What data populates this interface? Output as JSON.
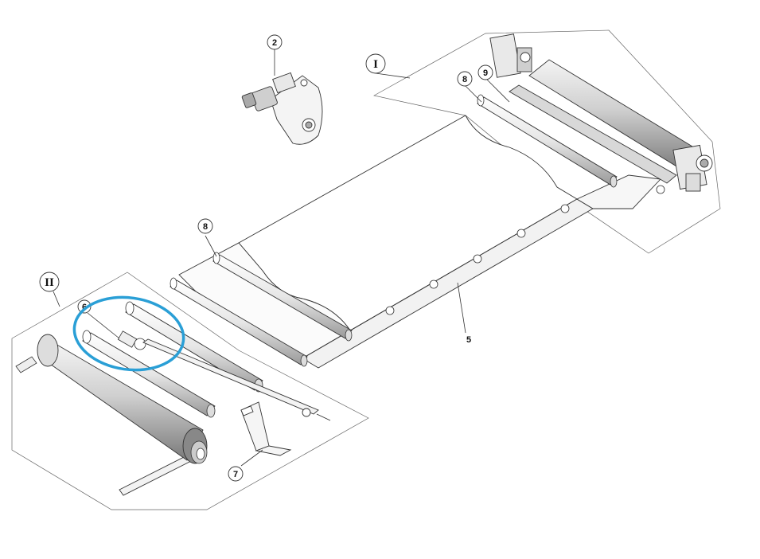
{
  "diagram": {
    "callouts": [
      {
        "id": "c2",
        "label": "2"
      },
      {
        "id": "c8a",
        "label": "8"
      },
      {
        "id": "c9",
        "label": "9"
      },
      {
        "id": "c8b",
        "label": "8"
      },
      {
        "id": "c6",
        "label": "6"
      },
      {
        "id": "c7",
        "label": "7"
      }
    ],
    "roman": [
      {
        "id": "rI",
        "label": "I"
      },
      {
        "id": "rII",
        "label": "II"
      }
    ],
    "free_labels": [
      {
        "id": "l5",
        "label": "5"
      }
    ],
    "highlight_color": "#2a9fd6"
  }
}
